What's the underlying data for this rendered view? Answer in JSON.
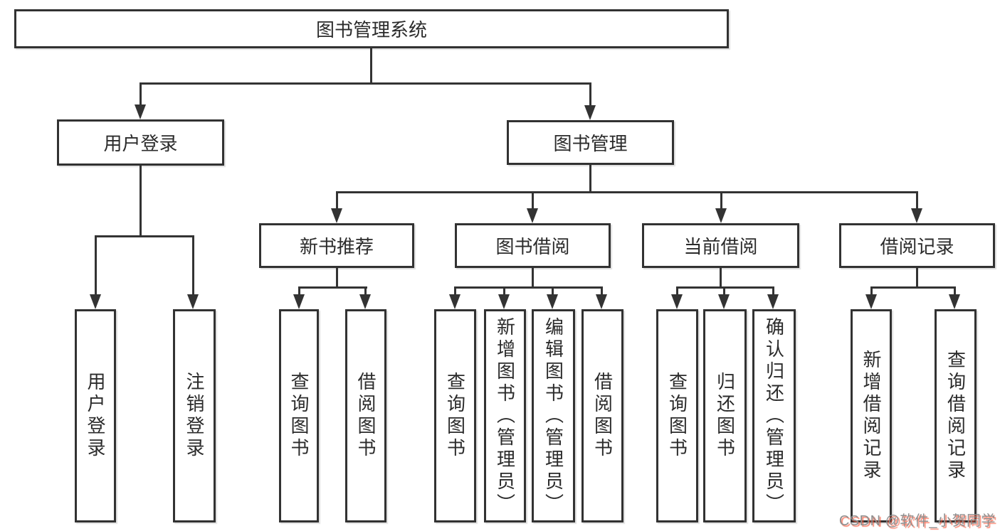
{
  "colors": {
    "line": "#333333",
    "box_border": "#323232",
    "box_fill": "#ffffff",
    "text": "#2b2b2b",
    "watermark_text": "#8f8f8f",
    "watermark_shadow": "#f75639"
  },
  "watermark": {
    "text": "CSDN @软件_小贺同学"
  },
  "tree": {
    "label": "图书管理系统",
    "children": [
      {
        "label": "用户登录",
        "children": [
          {
            "label": "用户登录"
          },
          {
            "label": "注销登录"
          }
        ]
      },
      {
        "label": "图书管理",
        "children": [
          {
            "label": "新书推荐",
            "children": [
              {
                "label": "查询图书"
              },
              {
                "label": "借阅图书"
              }
            ]
          },
          {
            "label": "图书借阅",
            "children": [
              {
                "label": "查询图书"
              },
              {
                "label": "新增图书（管理员）"
              },
              {
                "label": "编辑图书（管理员）"
              },
              {
                "label": "借阅图书"
              }
            ]
          },
          {
            "label": "当前借阅",
            "children": [
              {
                "label": "查询图书"
              },
              {
                "label": "归还图书"
              },
              {
                "label": "确认归还（管理员）"
              }
            ]
          },
          {
            "label": "借阅记录",
            "children": [
              {
                "label": "新增借阅记录"
              },
              {
                "label": "查询借阅记录"
              }
            ]
          }
        ]
      }
    ]
  }
}
